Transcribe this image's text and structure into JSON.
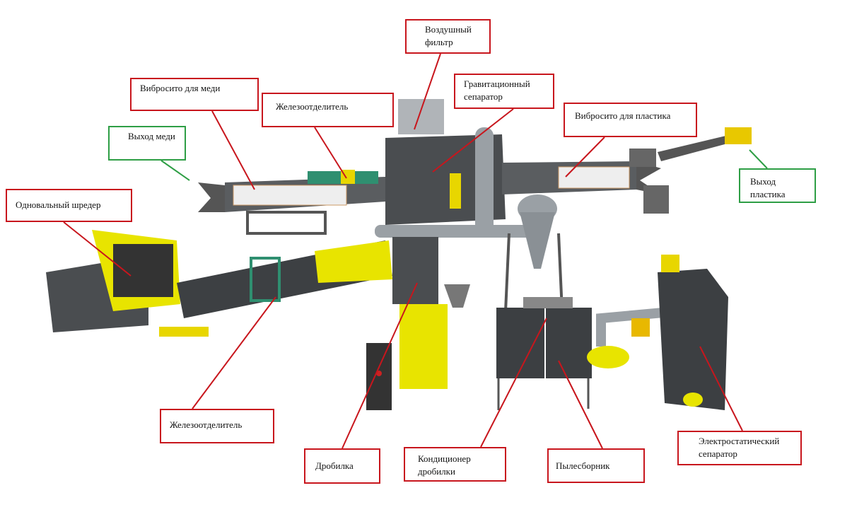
{
  "labels": {
    "air_filter": "Воздушный фильтр",
    "gravity_separator": "Гравитационный сепаратор",
    "copper_sieve": "Вибросито для меди",
    "iron_separator_top": "Железоотделитель",
    "plastic_sieve": "Вибросито для пластика",
    "copper_output": "Выход меди",
    "plastic_output": "Выход пластика",
    "single_shaft_shredder": "Одновальный шредер",
    "iron_separator_bottom": "Железоотделитель",
    "crusher": "Дробилка",
    "crusher_conditioner": "Кондиционер дробилки",
    "dust_collector": "Пылесборник",
    "electrostatic_separator": "Электростатический сепаратор"
  },
  "colors": {
    "callout": "#c8161d",
    "output_callout": "#2e9e45",
    "machine": "#4a4d50",
    "accent": "#e8e400"
  }
}
